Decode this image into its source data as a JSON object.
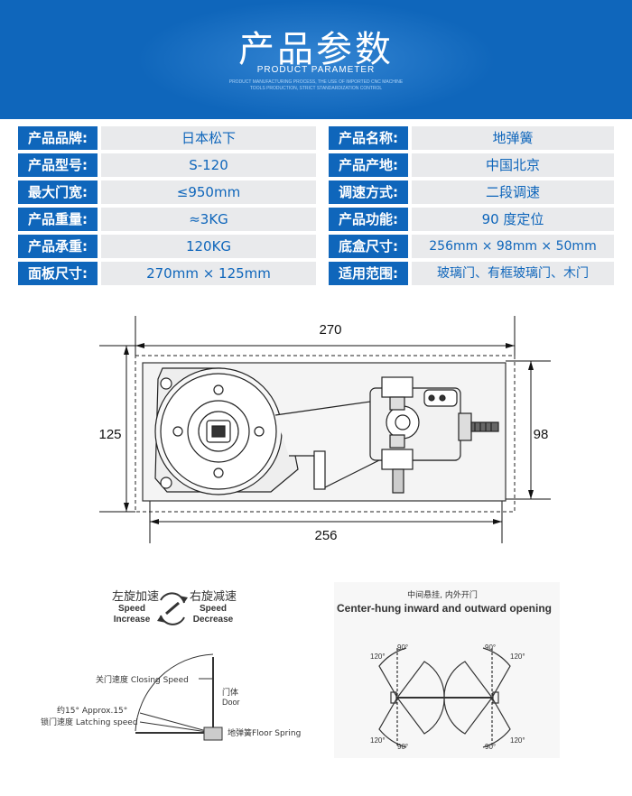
{
  "header": {
    "title_cn": "产品参数",
    "title_en": "PRODUCT PARAMETER",
    "subtitle_line1": "PRODUCT MANUFACTURING PROCESS, THE USE OF IMPORTED CNC MACHINE",
    "subtitle_line2": "TOOLS PRODUCTION, STRICT STANDARDIZATION CONTROL",
    "bg_color": "#0f66bb"
  },
  "params_left": [
    {
      "label": "产品品牌:",
      "value": "日本松下"
    },
    {
      "label": "产品型号:",
      "value": "S-120"
    },
    {
      "label": "最大门宽:",
      "value": "≤950mm"
    },
    {
      "label": "产品重量:",
      "value": "≈3KG"
    },
    {
      "label": "产品承重:",
      "value": "120KG"
    },
    {
      "label": "面板尺寸:",
      "value": "270mm × 125mm"
    }
  ],
  "params_right": [
    {
      "label": "产品名称:",
      "value": "地弹簧"
    },
    {
      "label": "产品产地:",
      "value": "中国北京"
    },
    {
      "label": "调速方式:",
      "value": "二段调速"
    },
    {
      "label": "产品功能:",
      "value": "90 度定位"
    },
    {
      "label": "底盒尺寸:",
      "value": "256mm × 98mm × 50mm"
    },
    {
      "label": "适用范围:",
      "value": "玻璃门、有框玻璃门、木门"
    }
  ],
  "drawing": {
    "dim_top": "270",
    "dim_bottom": "256",
    "dim_left": "125",
    "dim_right": "98"
  },
  "speed": {
    "left_cn": "左旋加速",
    "left_en1": "Speed",
    "left_en2": "Increase",
    "right_cn": "右旋减速",
    "right_en1": "Speed",
    "right_en2": "Decrease"
  },
  "door": {
    "closing": "关门速度  Closing Speed",
    "approx": "约15°  Approx.15°",
    "latching": "锁门速度  Latching speed",
    "door_cn": "门体",
    "door_en": "Door",
    "spring": "地弹簧Floor Spring"
  },
  "opening": {
    "title_cn": "中间悬挂, 内外开门",
    "title_en": "Center-hung inward and outward opening",
    "a120": "120°",
    "a90": "90°"
  }
}
